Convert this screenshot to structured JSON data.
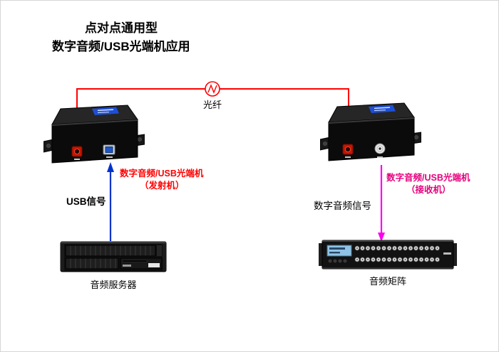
{
  "title": {
    "line1": "点对点通用型",
    "line2": "数字音频/USB光端机应用"
  },
  "fiber": {
    "label": "光纤"
  },
  "transmitter": {
    "device_label_line1": "数字音频/USB光端机",
    "device_label_line2": "（发射机）",
    "signal_label": "USB信号",
    "endpoint_label": "音频服务器"
  },
  "receiver": {
    "device_label_line1": "数字音频/USB光端机",
    "device_label_line2": "（接收机）",
    "signal_label": "数字音频信号",
    "endpoint_label": "音频矩阵"
  },
  "colors": {
    "fiber_line": "#ff0000",
    "usb_arrow": "#0033cc",
    "audio_arrow": "#ff00ee",
    "transmitter_label": "#ff0000",
    "receiver_label": "#e6007e"
  }
}
